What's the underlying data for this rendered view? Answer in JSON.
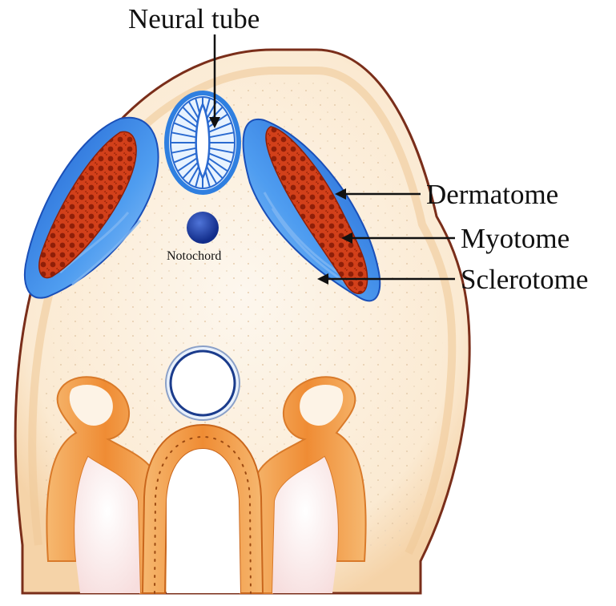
{
  "labels": {
    "neural_tube": "Neural tube",
    "notochord": "Notochord",
    "dermatome": "Dermatome",
    "myotome": "Myotome",
    "sclerotome": "Sclerotome"
  },
  "colors": {
    "background": "#ffffff",
    "body_fill": "#fbf0df",
    "body_outline": "#7a2e1a",
    "somite_blue": "#2f7fe0",
    "myotome_red": "#d9491c",
    "notochord": "#1c3fa8",
    "gut_orange": "#ef9a4a",
    "label_text": "#111111"
  }
}
